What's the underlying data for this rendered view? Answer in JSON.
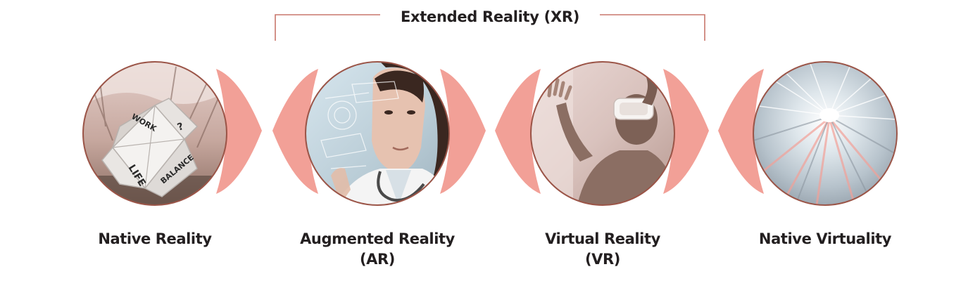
{
  "header": {
    "title": "Extended Reality (XR)"
  },
  "stages": [
    {
      "line1": "Native Reality",
      "line2": "",
      "image_text": [
        "LIFE",
        "BALANCE",
        "WORK",
        "?"
      ]
    },
    {
      "line1": "Augmented Reality",
      "line2": "(AR)"
    },
    {
      "line1": "Virtual Reality",
      "line2": "(VR)"
    },
    {
      "line1": "Native Virtuality",
      "line2": ""
    }
  ],
  "colors": {
    "accent": "#f2a097",
    "bracket_line": "#c8766c",
    "circle_border": "#9b5548",
    "text": "#231f20"
  }
}
